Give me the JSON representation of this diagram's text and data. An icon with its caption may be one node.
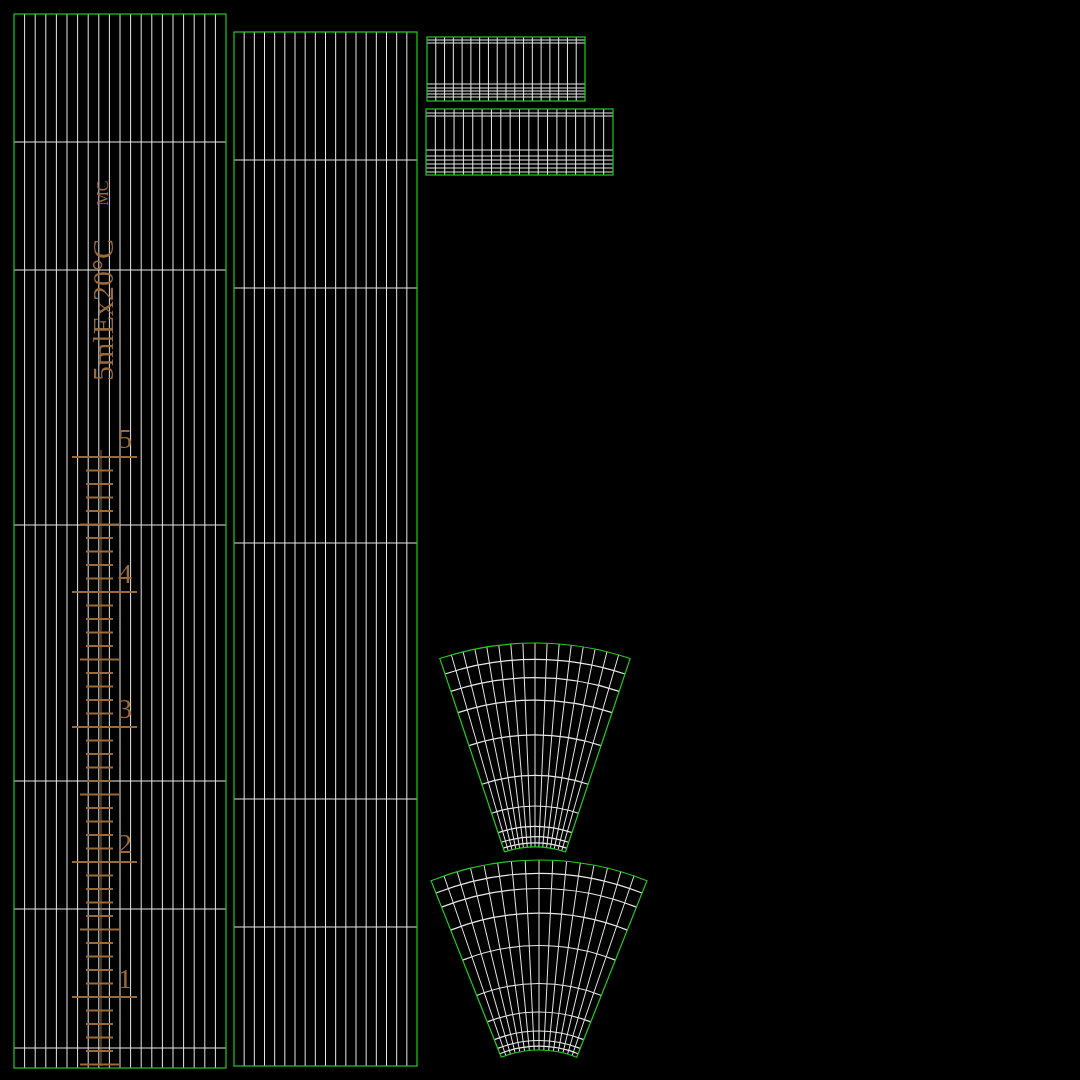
{
  "diagram": {
    "labels": [
      "5mlEx20°C",
      "MC",
      "5",
      "4",
      "3",
      "2",
      "1"
    ]
  }
}
